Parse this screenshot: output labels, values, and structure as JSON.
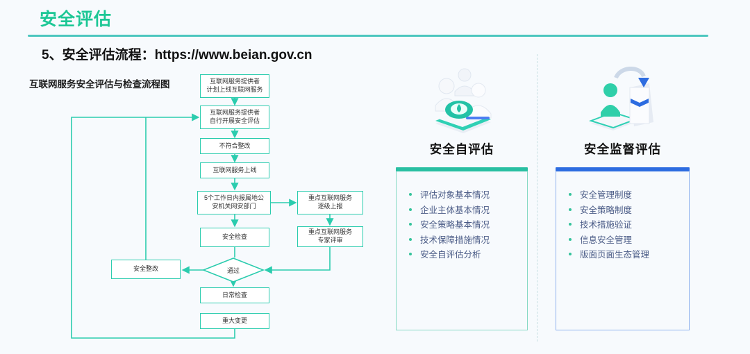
{
  "header": {
    "title": "安全评估",
    "section_label": "5、安全评估流程：",
    "url": "https://www.beian.gov.cn"
  },
  "flowchart": {
    "caption": "互联网服务安全评估与检查流程图",
    "nodes": {
      "plan": "互联网服务提供者\n计划上线互联网服务",
      "self_assess": "互联网服务提供者\n自行开展安全评估",
      "rectify_nc": "不符合整改",
      "go_live": "互联网服务上线",
      "report": "5个工作日内报属地公\n安机关网安部门",
      "key_report": "重点互联网服务\n逐级上报",
      "security_check": "安全检查",
      "expert_review": "重点互联网服务\n专家评审",
      "pass": "通过",
      "rectify": "安全整改",
      "daily_check": "日常检查",
      "major_change": "重大变更"
    }
  },
  "panels": [
    {
      "title": "安全自评估",
      "icon": "people-eye-3d-icon",
      "accent": "#29bfa2",
      "border": "#86d9c5",
      "items": [
        "评估对象基本情况",
        "企业主体基本情况",
        "安全策略基本情况",
        "技术保障措施情况",
        "安全自评估分析"
      ]
    },
    {
      "title": "安全监督评估",
      "icon": "person-submit-box-3d-icon",
      "accent": "#2d6ce0",
      "border": "#8fb2ee",
      "items": [
        "安全管理制度",
        "安全策略制度",
        "技术措施验证",
        "信息安全管理",
        "版面页面生态管理"
      ]
    }
  ],
  "colors": {
    "background": "#f7fafd",
    "title_green": "#1cc795",
    "rule_teal": "#4cc6bf",
    "flow_line_teal": "#2bccae",
    "bullet_text": "#4a5b86"
  }
}
